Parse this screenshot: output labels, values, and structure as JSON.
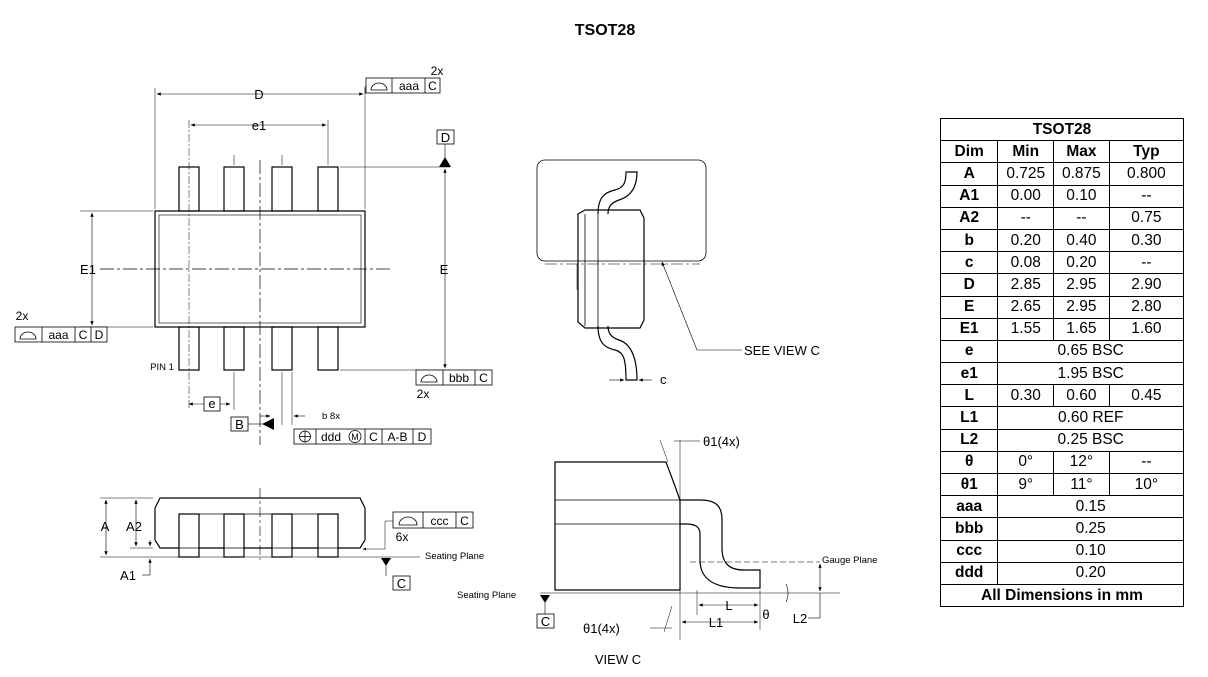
{
  "title": "TSOT28",
  "labels": {
    "D": "D",
    "e1": "e1",
    "E1": "E1",
    "E": "E",
    "e": "e",
    "b8x": "b 8x",
    "pin1": "PIN 1",
    "B": "B",
    "C": "C",
    "A": "A",
    "A2": "A2",
    "A1": "A1",
    "twox": "2x",
    "sixx": "6x",
    "seating_plane": "Seating Plane",
    "gauge_plane": "Gauge Plane",
    "see_view": "SEE VIEW C",
    "c": "c",
    "theta1_4x": "θ1(4x)",
    "L": "L",
    "L1": "L1",
    "L2": "L2",
    "theta": "θ",
    "view_c": "VIEW  C"
  },
  "tolerances": {
    "aaa_c": [
      "aaa",
      "C"
    ],
    "aaa_cd": [
      "aaa",
      "C",
      "D"
    ],
    "bbb_c": [
      "bbb",
      "C"
    ],
    "ccc_c": [
      "ccc",
      "C"
    ],
    "ddd": [
      "ddd",
      "M",
      "C",
      "A-B",
      "D"
    ]
  },
  "table": {
    "title": "TSOT28",
    "headers": [
      "Dim",
      "Min",
      "Max",
      "Typ"
    ],
    "rows": [
      {
        "dim": "A",
        "min": "0.725",
        "max": "0.875",
        "typ": "0.800"
      },
      {
        "dim": "A1",
        "min": "0.00",
        "max": "0.10",
        "typ": "--"
      },
      {
        "dim": "A2",
        "min": "--",
        "max": "--",
        "typ": "0.75"
      },
      {
        "dim": "b",
        "min": "0.20",
        "max": "0.40",
        "typ": "0.30"
      },
      {
        "dim": "c",
        "min": "0.08",
        "max": "0.20",
        "typ": "--"
      },
      {
        "dim": "D",
        "min": "2.85",
        "max": "2.95",
        "typ": "2.90"
      },
      {
        "dim": "E",
        "min": "2.65",
        "max": "2.95",
        "typ": "2.80"
      },
      {
        "dim": "E1",
        "min": "1.55",
        "max": "1.65",
        "typ": "1.60"
      },
      {
        "dim": "e",
        "span": "0.65 BSC"
      },
      {
        "dim": "e1",
        "span": "1.95 BSC"
      },
      {
        "dim": "L",
        "min": "0.30",
        "max": "0.60",
        "typ": "0.45"
      },
      {
        "dim": "L1",
        "span": "0.60 REF"
      },
      {
        "dim": "L2",
        "span": "0.25 BSC"
      },
      {
        "dim": "θ",
        "min": "0°",
        "max": "12°",
        "typ": "--"
      },
      {
        "dim": "θ1",
        "min": "9°",
        "max": "11°",
        "typ": "10°"
      },
      {
        "dim": "aaa",
        "span": "0.15"
      },
      {
        "dim": "bbb",
        "span": "0.25"
      },
      {
        "dim": "ccc",
        "span": "0.10"
      },
      {
        "dim": "ddd",
        "span": "0.20"
      }
    ],
    "footer": "All Dimensions in mm"
  }
}
